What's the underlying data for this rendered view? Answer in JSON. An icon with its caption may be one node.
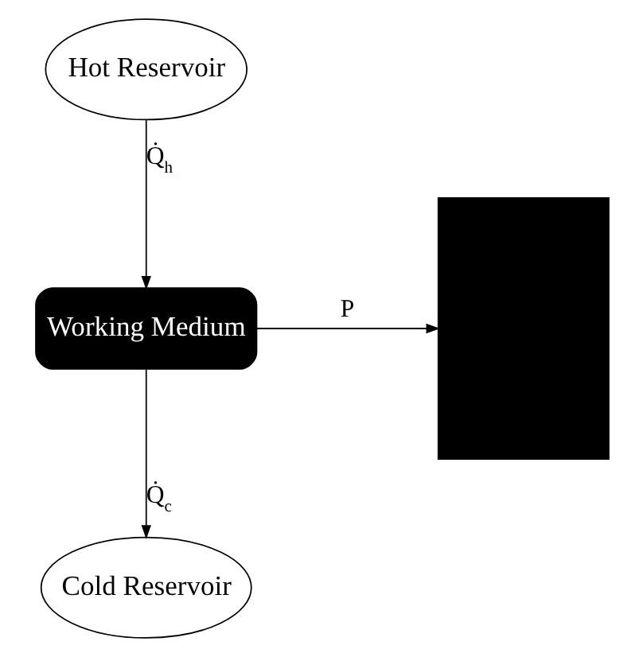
{
  "diagram": {
    "nodes": [
      {
        "text": [
          "Hot Reservoir"
        ]
      },
      {
        "text": [
          "Working Medium"
        ]
      },
      {
        "text": [
          "Cold Reservoir"
        ]
      },
      {
        "text": [],
        "shape": "box"
      }
    ],
    "edges": [
      {
        "from": 0,
        "to": 1,
        "arrow": "to",
        "label": "Q̇$_{h}$"
      },
      {
        "from": 1,
        "to": 2,
        "arrow": "to",
        "label": "Q̇$_{c}$"
      },
      {
        "from": 1,
        "to": 3,
        "arrow": "to",
        "label": "P"
      }
    ]
  }
}
